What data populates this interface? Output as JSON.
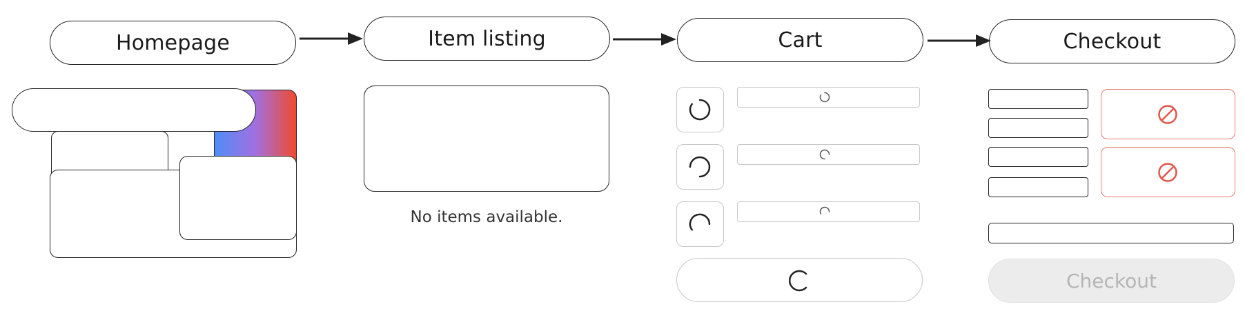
{
  "stages": [
    {
      "label": "Homepage"
    },
    {
      "label": "Item listing"
    },
    {
      "label": "Cart"
    },
    {
      "label": "Checkout"
    }
  ],
  "item_listing": {
    "empty_message": "No items available."
  },
  "checkout": {
    "button_label": "Checkout"
  },
  "colors": {
    "outline": "#222222",
    "light_outline": "#c8c8c8",
    "error": "#e2554a",
    "gradient": [
      "#4f8df7",
      "#a26fe0",
      "#f04a2e"
    ],
    "disabled_fill": "#ececec",
    "disabled_text": "#b5b5b5"
  }
}
